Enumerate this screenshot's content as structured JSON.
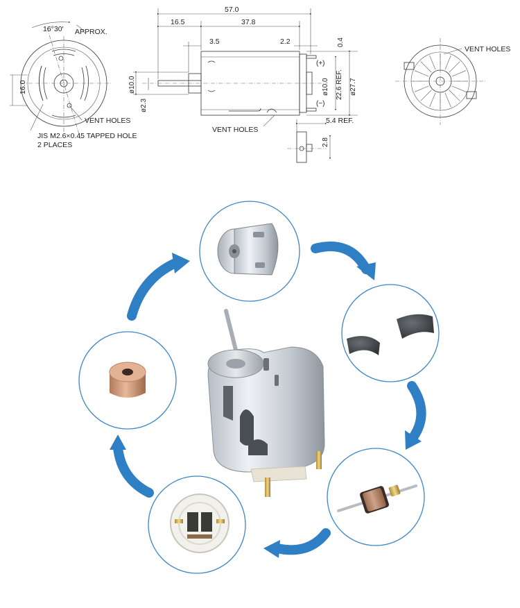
{
  "drawing": {
    "front_view": {
      "angle_label": "16°30′",
      "approx_label": "APPROX.",
      "dim_left": "16.0",
      "vent_label": "VENT HOLES",
      "tapped_hole_label": "JIS M2.6×0.45 TAPPED HOLE",
      "places_label": "2 PLACES"
    },
    "side_view": {
      "dim_total_length": "57.0",
      "dim_shaft_length": "16.5",
      "dim_body_length": "37.8",
      "dim_boss": "3.5",
      "dim_terminal_offset": "2.2",
      "dim_terminal_thick": "0.4",
      "dim_shaft_dia": "ø10.0",
      "dim_shaft_small": "ø2.3",
      "dim_rear_boss": "ø10.0",
      "dim_body_ref": "22.6 REF.",
      "dim_body_dia": "ø27.7",
      "plus_label": "(+)",
      "minus_label": "(−)",
      "vent_label": "VENT HOLES",
      "dim_terminal_ref": "5.4 REF.",
      "dim_terminal_width": "2.8"
    },
    "rear_view": {
      "vent_label": "VENT HOLES"
    }
  },
  "components": [
    {
      "name": "motor-housing"
    },
    {
      "name": "magnets"
    },
    {
      "name": "armature"
    },
    {
      "name": "end-cap-brushes"
    },
    {
      "name": "bearing"
    }
  ],
  "colors": {
    "arrow": "#2f7fc4",
    "circle_border": "#3d86c6",
    "drawing_line": "#333333"
  }
}
